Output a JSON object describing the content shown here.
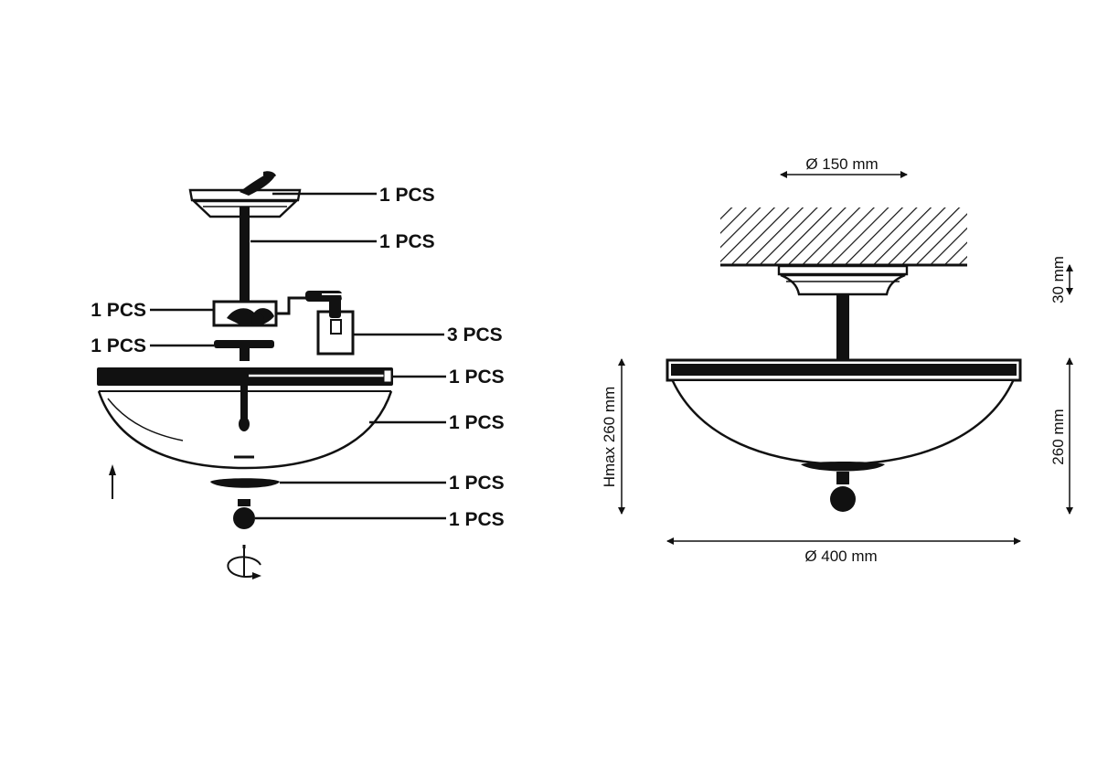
{
  "assembly": {
    "parts": [
      {
        "name": "ceiling-canopy",
        "label": "1 PCS"
      },
      {
        "name": "rod",
        "label": "1 PCS"
      },
      {
        "name": "holder-block",
        "label": "1 PCS"
      },
      {
        "name": "nut",
        "label": "1 PCS"
      },
      {
        "name": "bulb-socket",
        "label": "3 PCS"
      },
      {
        "name": "ring-frame",
        "label": "1 PCS"
      },
      {
        "name": "glass-bowl",
        "label": "1 PCS"
      },
      {
        "name": "bottom-cap",
        "label": "1 PCS"
      },
      {
        "name": "finial",
        "label": "1 PCS"
      }
    ]
  },
  "dimensions": {
    "canopy_diameter": "Ø 150 mm",
    "canopy_height": "30 mm",
    "max_height": "Hmax 260 mm",
    "height": "260 mm",
    "diameter": "Ø 400 mm"
  },
  "colors": {
    "ink": "#111111",
    "background": "#ffffff"
  }
}
